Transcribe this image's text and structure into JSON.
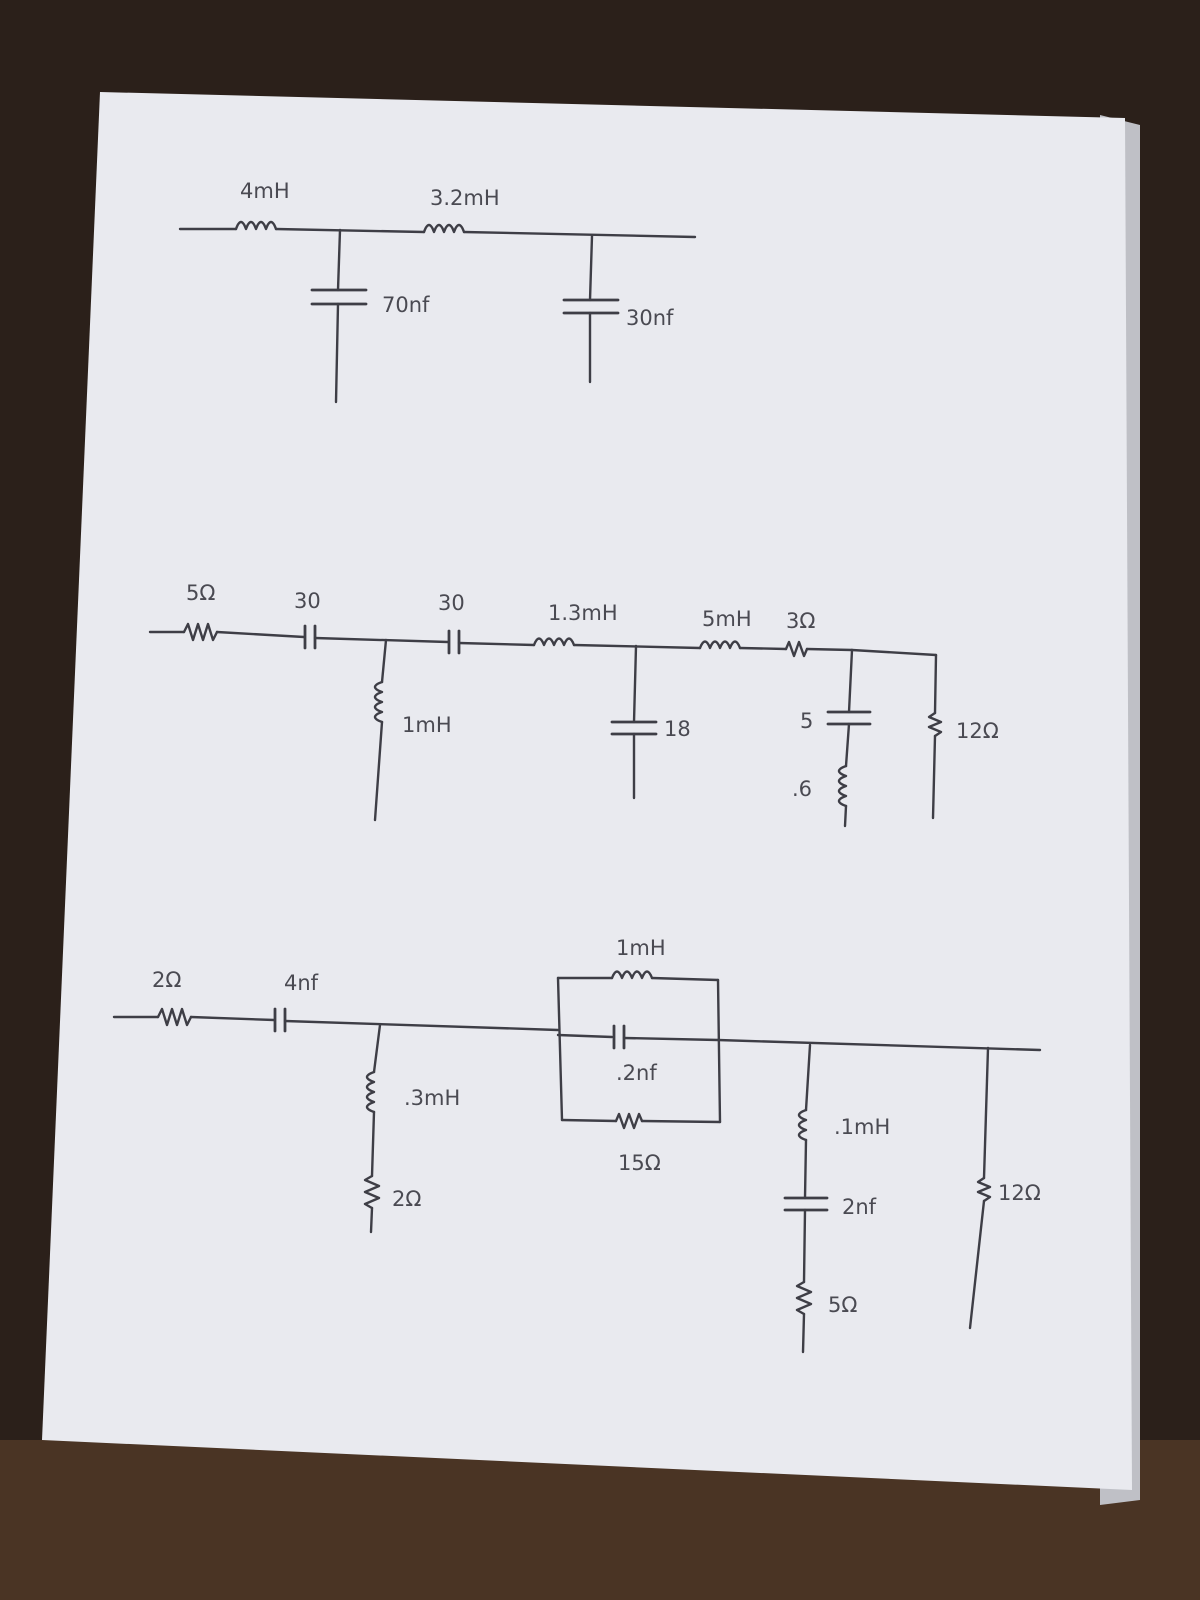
{
  "circuit1": {
    "inductor1": "4mH",
    "inductor2": "3.2mH",
    "capacitor1": "70nf",
    "capacitor2": "30nf"
  },
  "circuit2": {
    "resistor1": "5Ω",
    "capacitor1": "30",
    "capacitor2": "30",
    "inductor_series1": "1.3mH",
    "inductor_series2": "5mH",
    "resistor2": "3Ω",
    "inductor_shunt": "1mH",
    "capacitor_shunt": "18",
    "capacitor_branch": "5",
    "inductor_branch": ".6",
    "resistor_load": "12Ω"
  },
  "circuit3": {
    "resistor1": "2Ω",
    "capacitor1": "4nf",
    "inductor_shunt": ".3mH",
    "resistor_shunt": "2Ω",
    "parallel_inductor": "1mH",
    "parallel_capacitor": ".2nf",
    "parallel_resistor": "15Ω",
    "branch_inductor": ".1mH",
    "branch_capacitor": "2nf",
    "branch_resistor": "5Ω",
    "resistor_load": "12Ω"
  }
}
